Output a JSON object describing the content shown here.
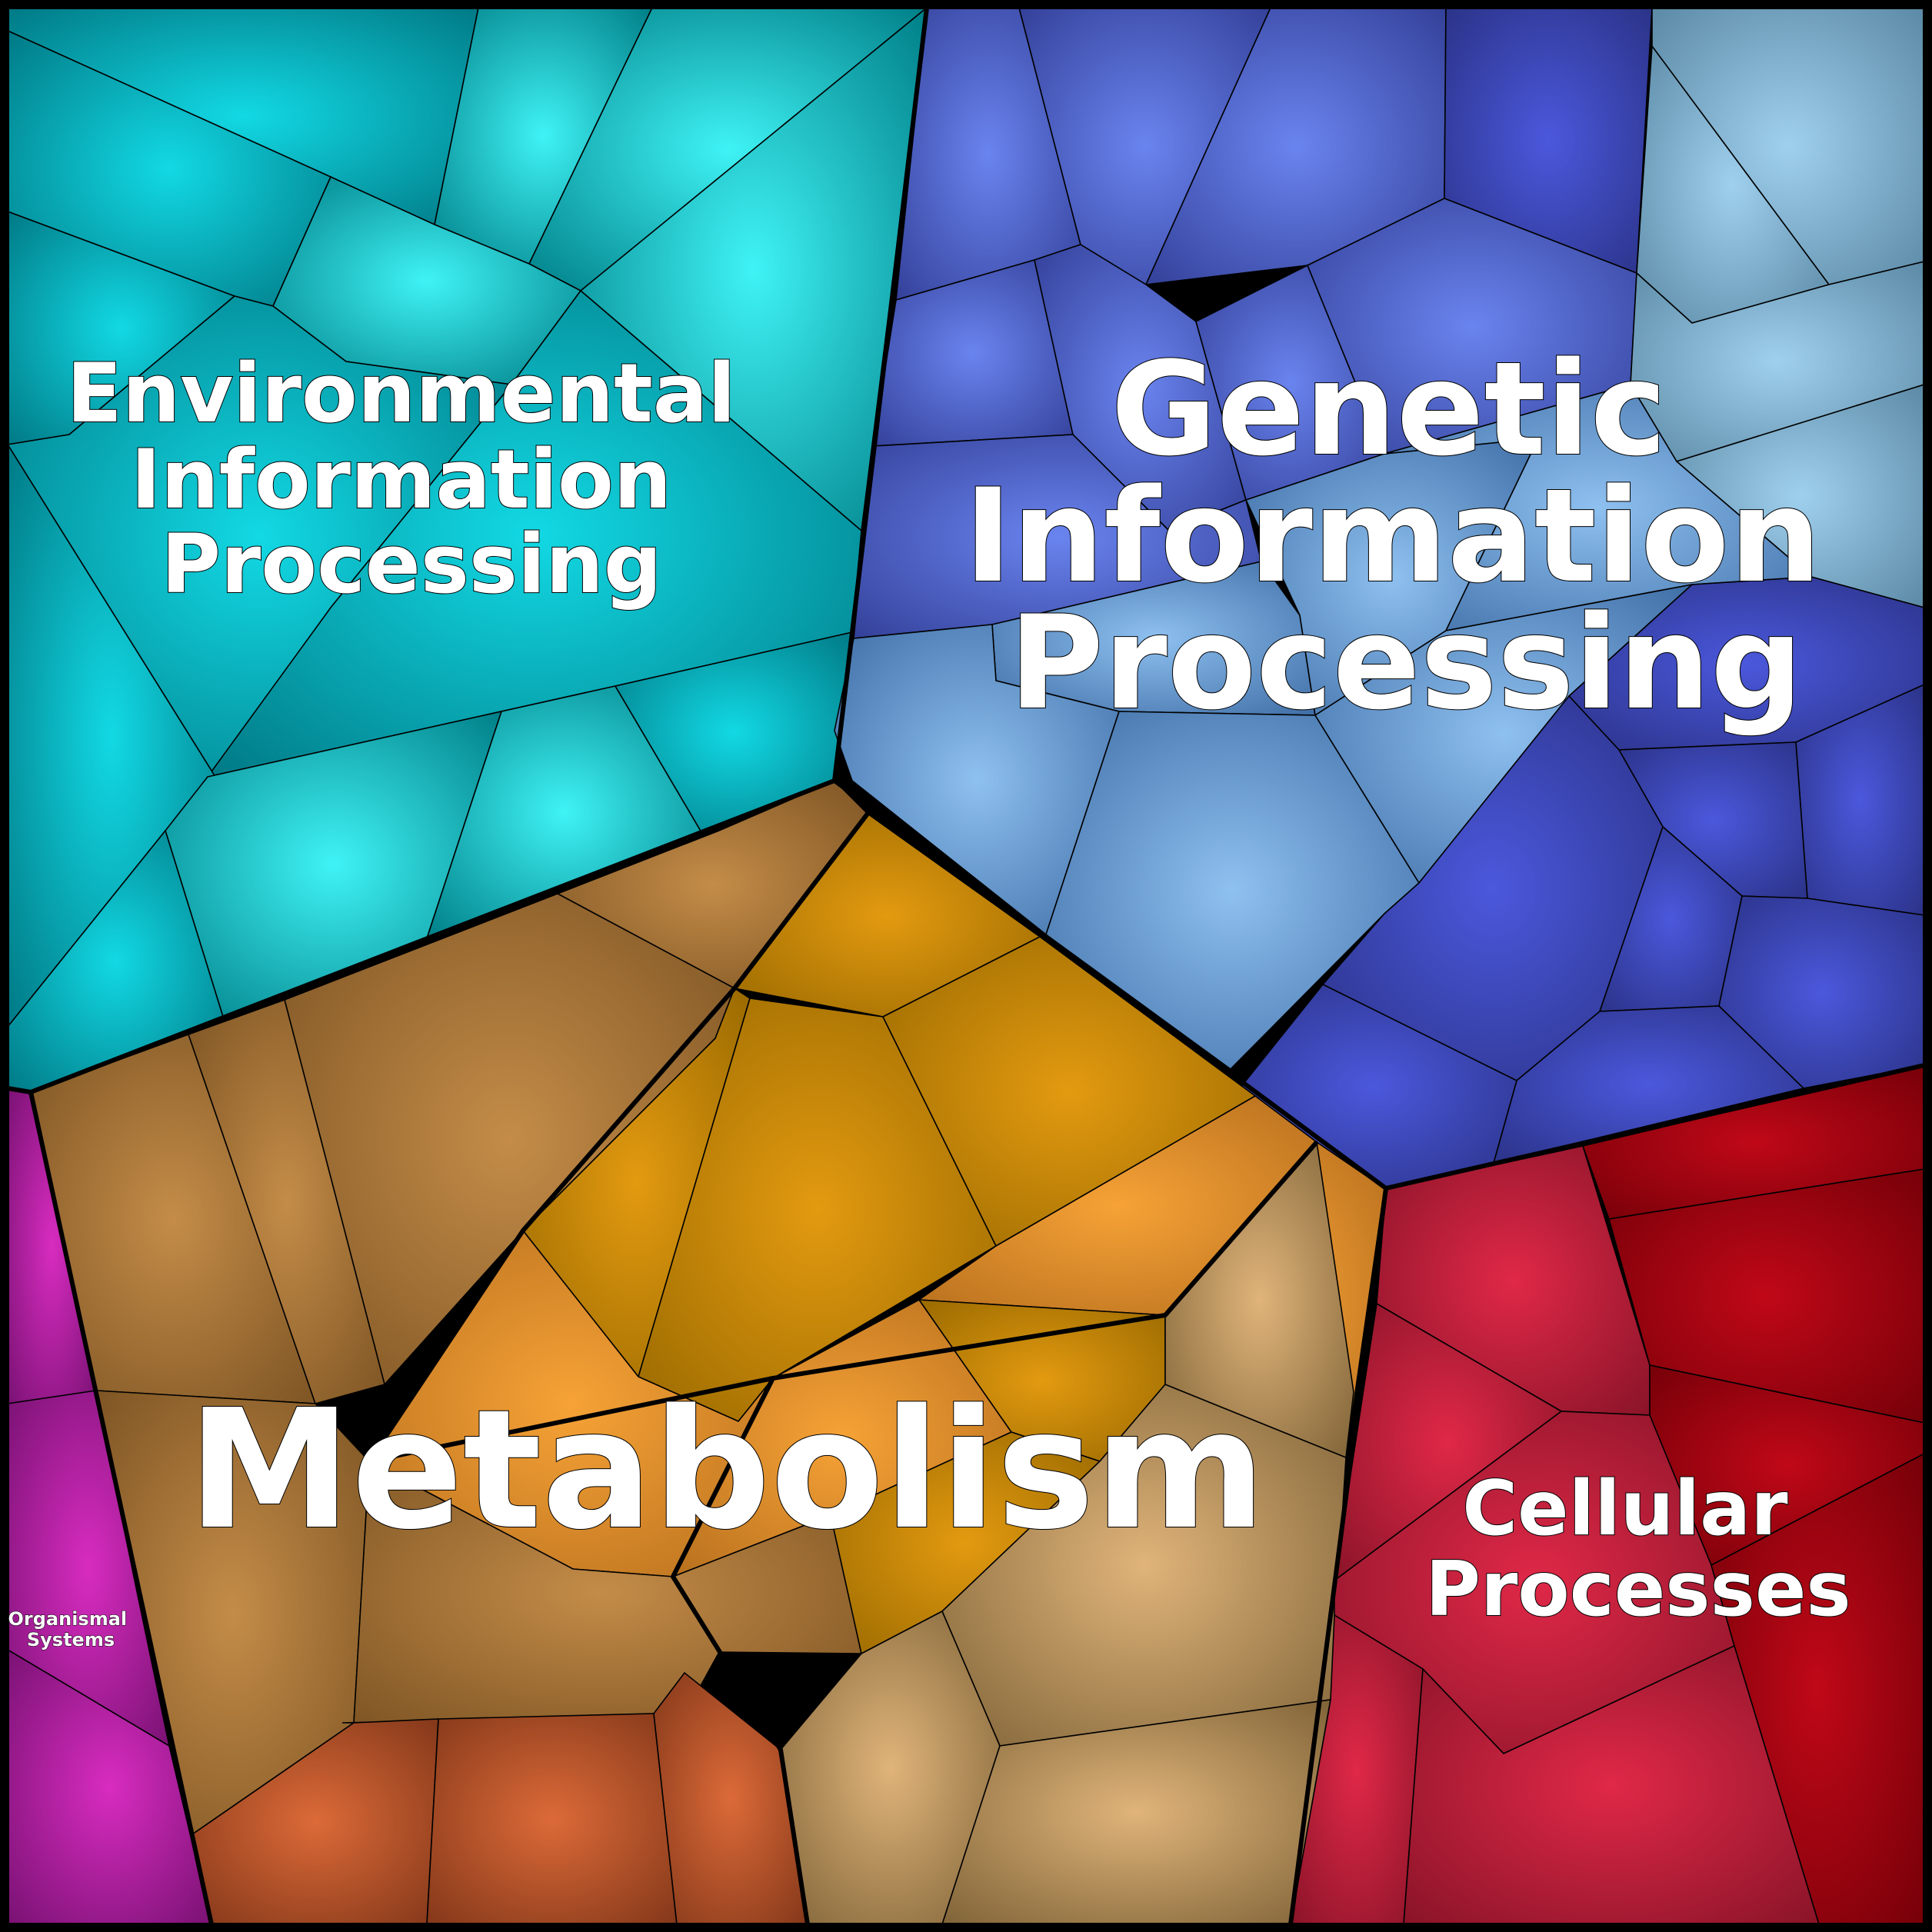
{
  "diagram": {
    "type": "voronoi-treemap",
    "regions": [
      {
        "id": "environmental",
        "name": "Environmental Information Processing",
        "label_lines": [
          "Environmental",
          "Information",
          "Processing"
        ],
        "color": "#00a8b4"
      },
      {
        "id": "genetic",
        "name": "Genetic Information Processing",
        "label_lines": [
          "Genetic",
          "Information",
          "Processing"
        ],
        "color": "#4a63c8"
      },
      {
        "id": "metabolism",
        "name": "Metabolism",
        "label_lines": [
          "Metabolism"
        ],
        "color": "#c98a2a"
      },
      {
        "id": "cellular",
        "name": "Cellular Processes",
        "label_lines": [
          "Cellular",
          "Processes"
        ],
        "color": "#c0182e"
      },
      {
        "id": "organismal",
        "name": "Organismal Systems",
        "label_lines": [
          "Organismal",
          "Systems"
        ],
        "color": "#a0188e"
      }
    ]
  }
}
